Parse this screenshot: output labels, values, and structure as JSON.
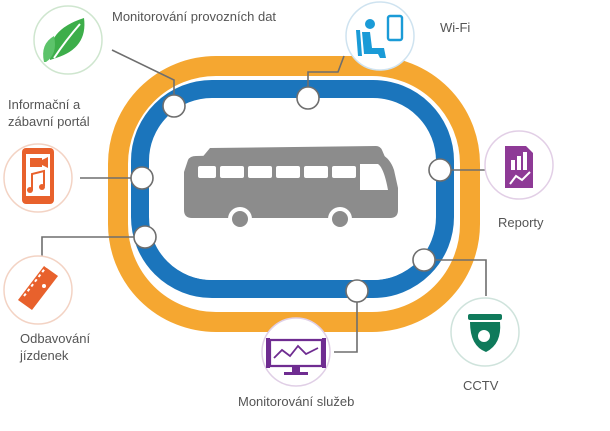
{
  "labels": {
    "monitoring_operational": "Monitorování provozních dat",
    "wifi": "Wi-Fi",
    "infotainment_line1": "Informační a",
    "infotainment_line2": "zábavní portál",
    "reports": "Reporty",
    "ticketing_line1": "Odbavování",
    "ticketing_line2": "jízdenek",
    "cctv": "CCTV",
    "service_monitoring": "Monitorování služeb"
  },
  "colors": {
    "outer_ring": "#f5a731",
    "inner_ring": "#1b75bc",
    "bus": "#8c8c8c",
    "connector": "#6e6e6e",
    "leaf": "#3dae4a",
    "seat": "#1a9bd7",
    "media": "#e8612c",
    "reports": "#8e3a96",
    "ticket": "#e8612c",
    "cctv": "#0f7a5b",
    "service": "#6f2c91"
  },
  "icons": {
    "operational": "leaf-icon",
    "wifi": "seat-tablet-icon",
    "infotainment": "media-phone-icon",
    "reports": "report-chart-icon",
    "ticketing": "ticket-icon",
    "cctv": "cctv-camera-icon",
    "service": "monitor-icon"
  }
}
